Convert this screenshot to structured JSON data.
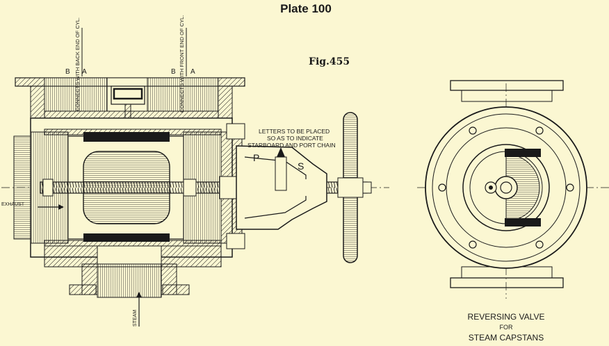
{
  "plate": {
    "title": "Plate 100"
  },
  "figure": {
    "label": "Fig.455"
  },
  "labels": {
    "connect_back": "CONNECTS WITH BACK END OF CYL.",
    "connect_front": "CONNECTS WITH FRONT END OF CYL.",
    "section_b1": "B",
    "section_a1": "A",
    "section_b2": "B",
    "section_a2": "A",
    "letters_note_1": "LETTERS TO BE PLACED",
    "letters_note_2": "SO AS TO INDICATE",
    "letters_note_3": "STARBOARD AND PORT CHAIN",
    "letter_p": "P",
    "letter_s": "S",
    "exhaust": "EXHAUST",
    "steam": "STEAM"
  },
  "caption": {
    "line1": "REVERSING VALVE",
    "line2": "FOR",
    "line3": "STEAM CAPSTANS"
  },
  "colors": {
    "paper": "#fbf7d2",
    "ink": "#1a1a1a"
  }
}
